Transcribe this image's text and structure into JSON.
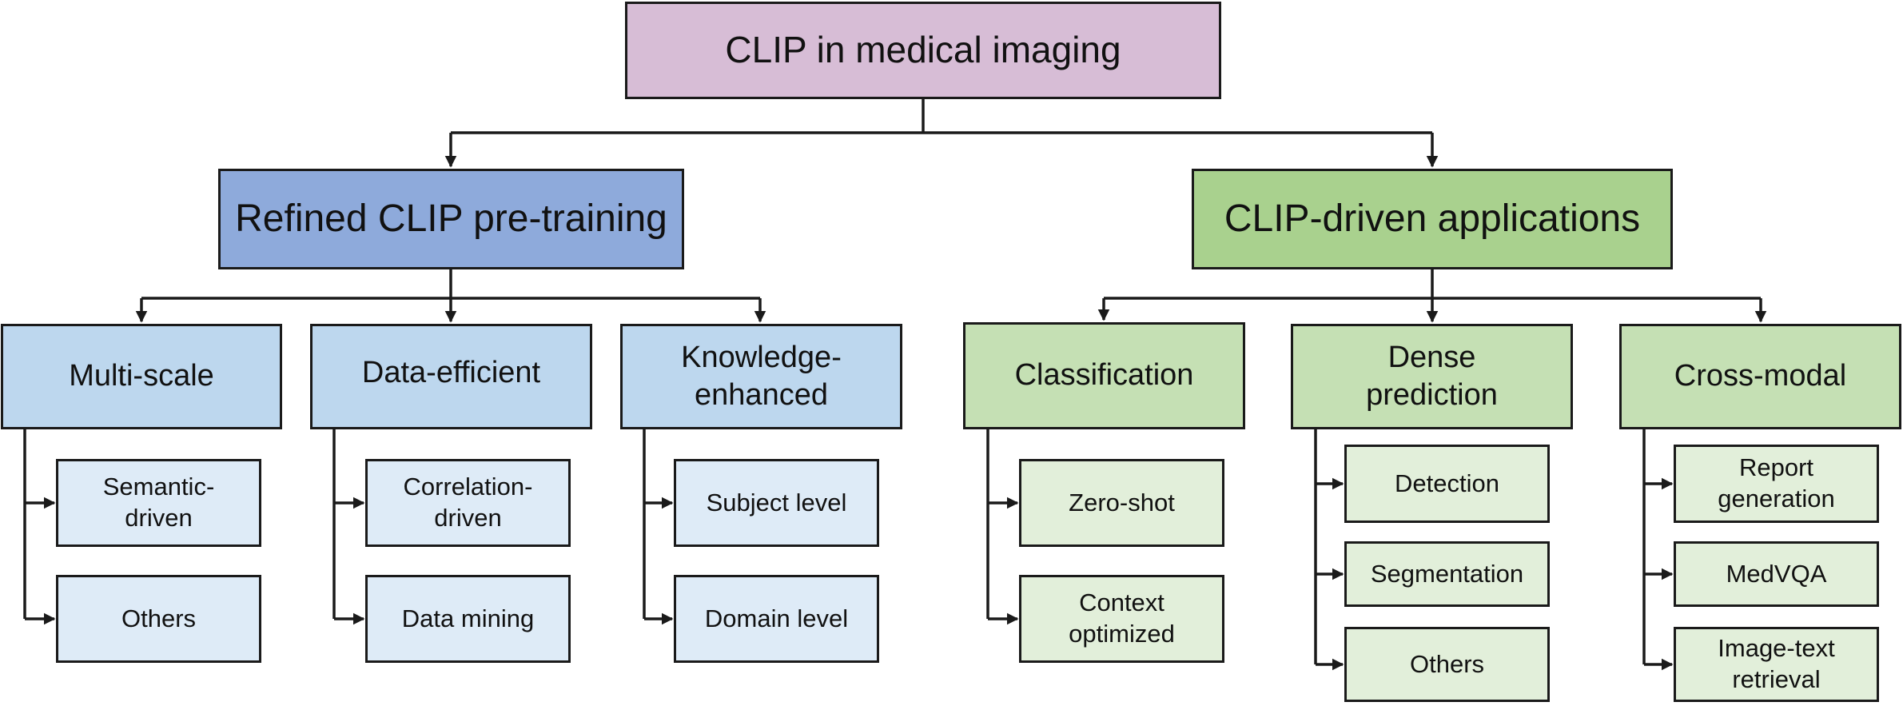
{
  "root": {
    "label": "CLIP in medical imaging"
  },
  "branches": [
    {
      "label": "Refined CLIP pre-training",
      "children": [
        {
          "label": "Multi-scale",
          "items": [
            "Semantic-driven",
            "Others"
          ]
        },
        {
          "label": "Data-efficient",
          "items": [
            "Correlation-driven",
            "Data mining"
          ]
        },
        {
          "label": "Knowledge-enhanced",
          "items": [
            "Subject level",
            "Domain level"
          ]
        }
      ]
    },
    {
      "label": "CLIP-driven applications",
      "children": [
        {
          "label": "Classification",
          "items": [
            "Zero-shot",
            "Context optimized"
          ]
        },
        {
          "label": "Dense prediction",
          "items": [
            "Detection",
            "Segmentation",
            "Others"
          ]
        },
        {
          "label": "Cross-modal",
          "items": [
            "Report generation",
            "MedVQA",
            "Image-text retrieval"
          ]
        }
      ]
    }
  ],
  "colors": {
    "root": "#d7bdd6",
    "pretraining": "#8eaadb",
    "pretraining_category": "#bdd7ee",
    "pretraining_item": "#deebf7",
    "applications": "#a9d18e",
    "applications_category": "#c5e0b4",
    "applications_item": "#e2efda",
    "line": "#1a1a1a"
  }
}
